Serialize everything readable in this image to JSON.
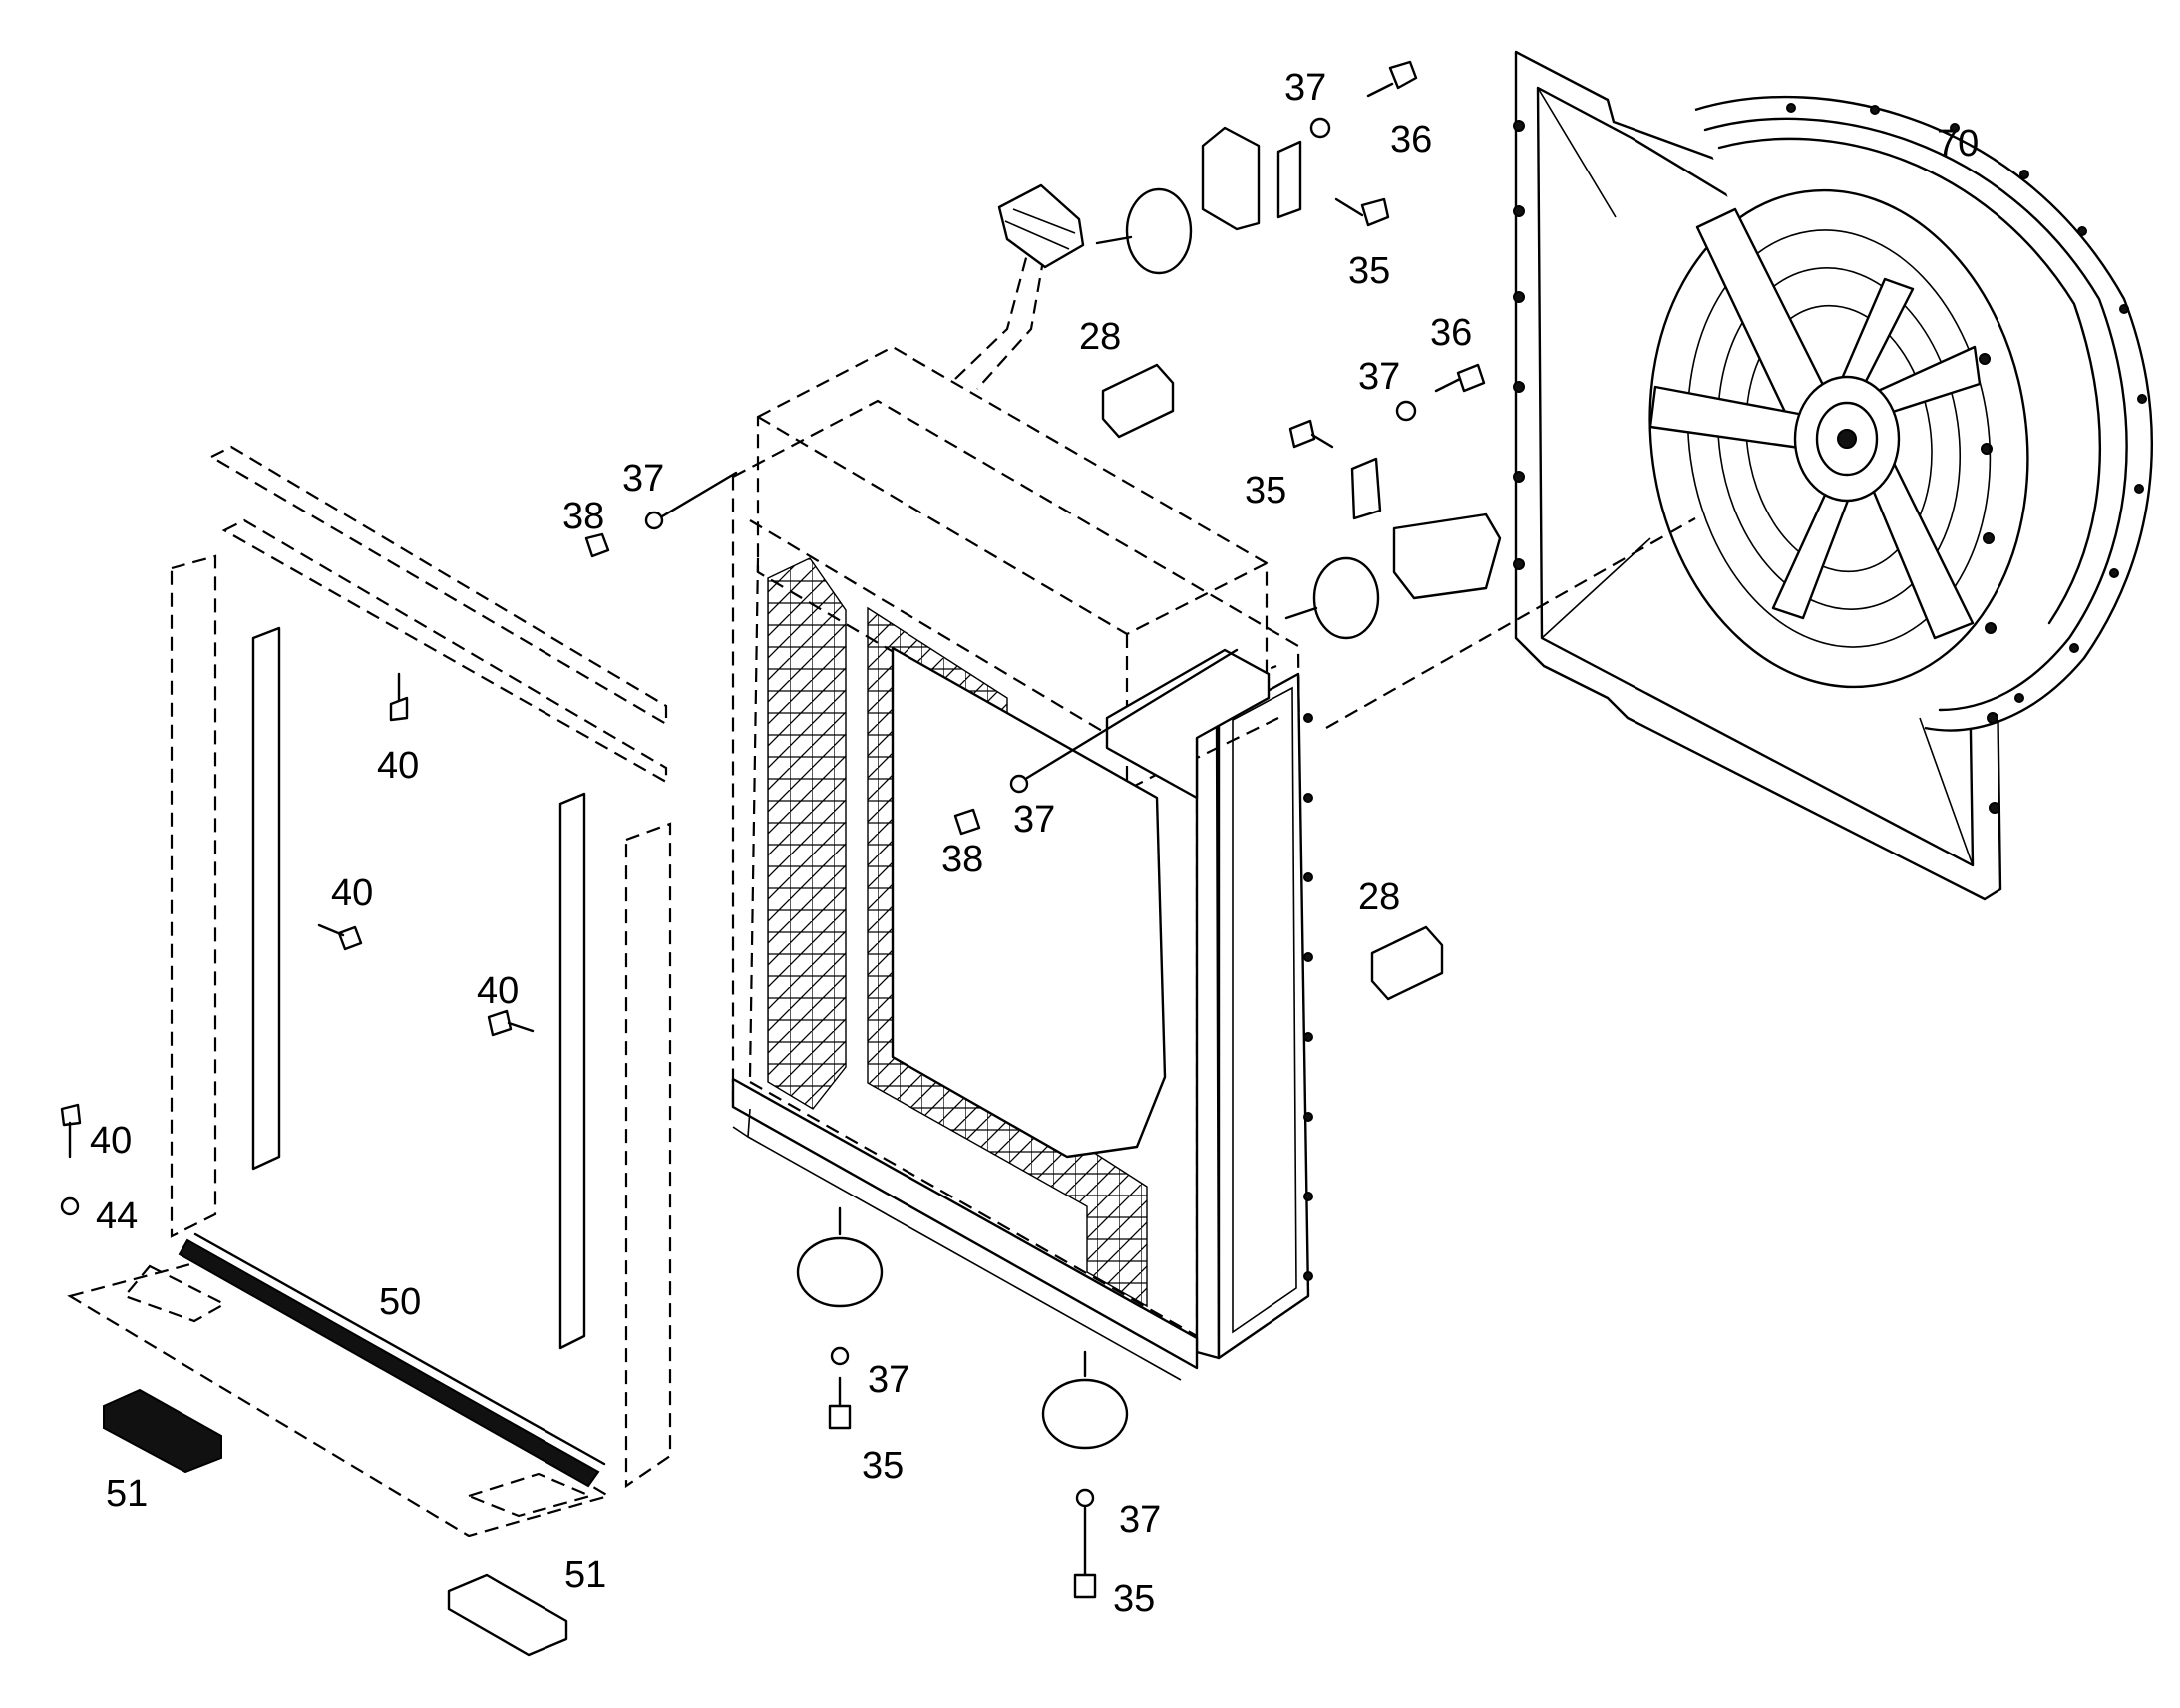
{
  "callouts": {
    "c37_top": "37",
    "c36_top": "36",
    "c70": "70",
    "c35_top": "35",
    "c28_top": "28",
    "c36_mid": "36",
    "c37_mid": "37",
    "c35_mid": "35",
    "c37_left": "37",
    "c38_left": "38",
    "c40_a": "40",
    "c40_b": "40",
    "c40_c": "40",
    "c40_d": "40",
    "c44": "44",
    "c38_center": "38",
    "c37_center": "37",
    "c28_side": "28",
    "c50": "50",
    "c51_a": "51",
    "c51_b": "51",
    "c37_foot1": "37",
    "c35_foot1": "35",
    "c37_foot2": "37",
    "c35_foot2": "35"
  }
}
